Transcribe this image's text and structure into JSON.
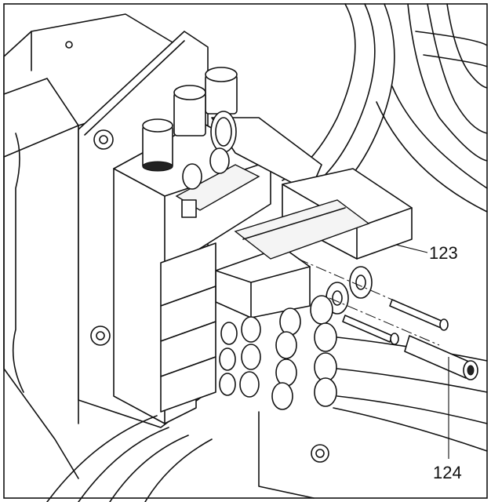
{
  "callouts": [
    {
      "id": "123",
      "label": "123"
    },
    {
      "id": "124",
      "label": "124"
    }
  ]
}
